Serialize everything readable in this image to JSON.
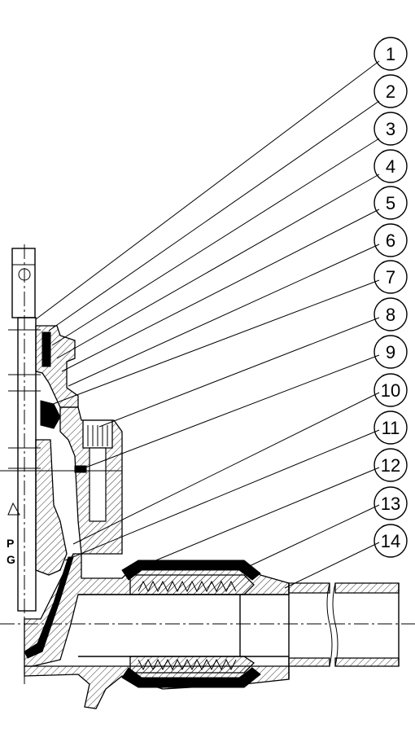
{
  "callouts": [
    {
      "label": "1"
    },
    {
      "label": "2"
    },
    {
      "label": "3"
    },
    {
      "label": "4"
    },
    {
      "label": "5"
    },
    {
      "label": "6"
    },
    {
      "label": "7"
    },
    {
      "label": "8"
    },
    {
      "label": "9"
    },
    {
      "label": "10"
    },
    {
      "label": "11"
    },
    {
      "label": "12"
    },
    {
      "label": "13"
    },
    {
      "label": "14"
    }
  ],
  "side_marks": [
    "P",
    "G"
  ],
  "colors": {
    "line": "#000000",
    "background": "#ffffff"
  }
}
